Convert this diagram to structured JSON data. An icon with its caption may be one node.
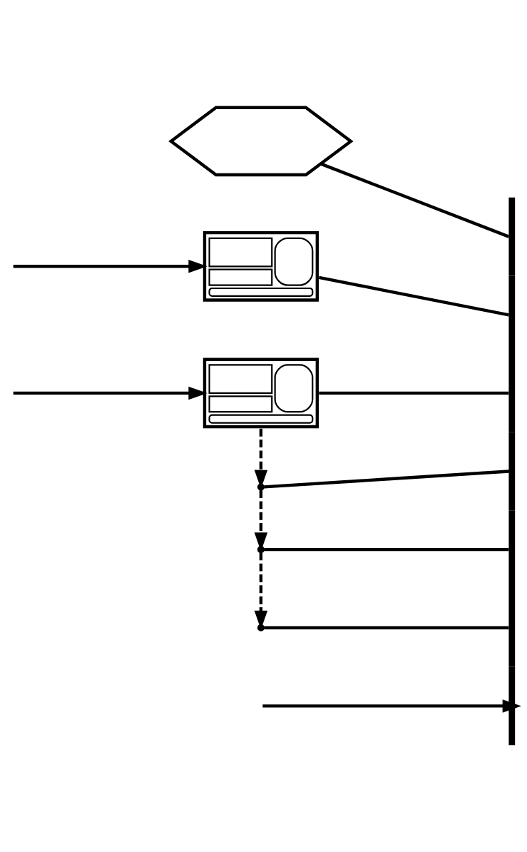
{
  "diagram": {
    "nodes": [
      {
        "text": [],
        "shape": "hexagon"
      },
      {
        "text": [],
        "shape": "picture"
      },
      {
        "text": [],
        "shape": "picture"
      },
      {
        "text": [],
        "shape": "bar"
      },
      {
        "text": [],
        "shape": "point"
      },
      {
        "text": [],
        "shape": "point"
      },
      {
        "text": [],
        "shape": "point"
      }
    ],
    "edges": [
      {
        "from": 0,
        "to": 3,
        "arrow": "none"
      },
      {
        "from": 1,
        "to": 3,
        "arrow": "none"
      },
      {
        "from": 2,
        "to": 3,
        "arrow": "none"
      },
      {
        "from": 4,
        "to": 3,
        "arrow": "none"
      },
      {
        "from": 5,
        "to": 3,
        "arrow": "none"
      },
      {
        "from": 6,
        "to": 3,
        "arrow": "none"
      },
      {
        "from": 2,
        "to": 4,
        "arrow": "to",
        "style": "dashed"
      },
      {
        "from": 4,
        "to": 5,
        "arrow": "to",
        "style": "dashed"
      },
      {
        "from": 5,
        "to": 6,
        "arrow": "to",
        "style": "dashed"
      },
      {
        "from": null,
        "to": 1,
        "arrow": "to"
      },
      {
        "from": null,
        "to": 2,
        "arrow": "to"
      },
      {
        "from": null,
        "to": 3,
        "arrow": "to"
      }
    ]
  }
}
